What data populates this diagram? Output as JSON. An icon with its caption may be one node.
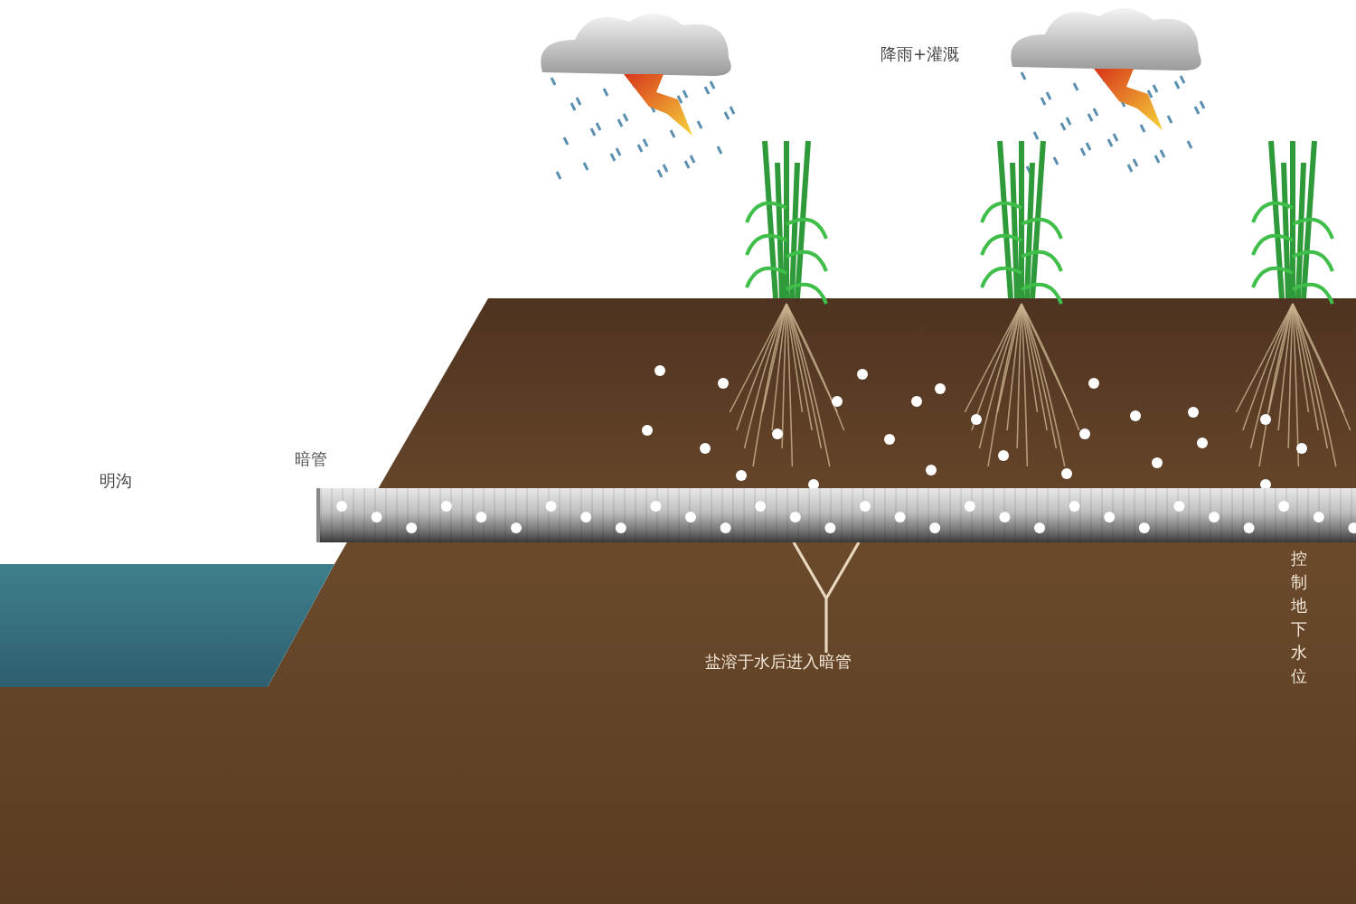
{
  "diagram": {
    "nodes": [
      {
        "text": [
          "暗管"
        ]
      },
      {
        "text": [
          "盐溶于水后进入暗管"
        ]
      }
    ],
    "edges": [
      {
        "from": 1,
        "to": 0,
        "arrow": "none"
      }
    ],
    "labels": [
      "降雨+灌溉",
      "明沟",
      "控制地下水位"
    ]
  }
}
